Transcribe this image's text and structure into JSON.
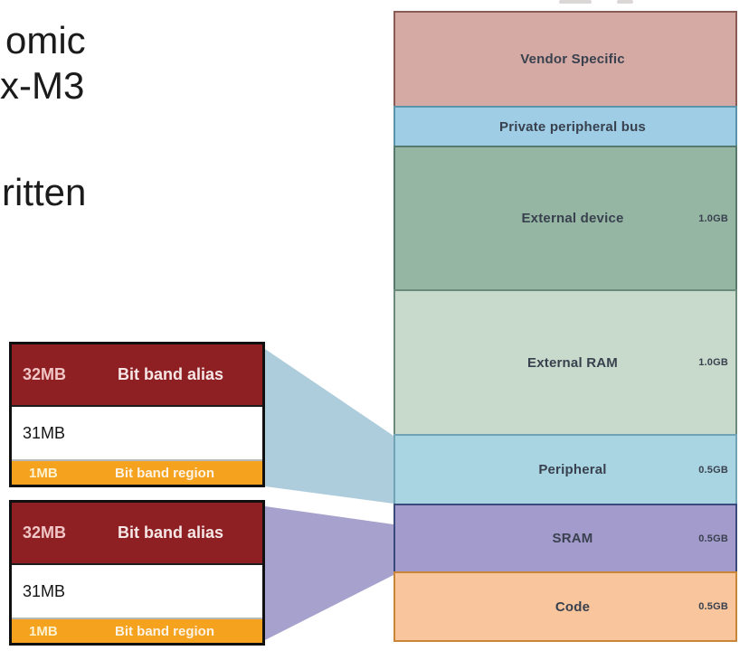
{
  "background": "#ffffff",
  "left_text_fragments": {
    "line1": "omic",
    "line2": "x-M3",
    "line3": "ritten"
  },
  "memory_map": {
    "sections": [
      {
        "label": "Vendor Specific",
        "size": "",
        "fill": "#d6aaa4",
        "edge": "#8a5a55"
      },
      {
        "label": "Private peripheral bus",
        "size": "",
        "fill": "#9ecde5",
        "edge": "#5b93ad"
      },
      {
        "label": "External device",
        "size": "1.0GB",
        "fill": "#95b6a2",
        "edge": "#587a6c"
      },
      {
        "label": "External RAM",
        "size": "1.0GB",
        "fill": "#c7dacb",
        "edge": "#6b8a7c"
      },
      {
        "label": "Peripheral",
        "size": "0.5GB",
        "fill": "#a9d5e2",
        "edge": "#6fa3b5"
      },
      {
        "label": "SRAM",
        "size": "0.5GB",
        "fill": "#a49bcd",
        "edge": "#3b4a7c"
      },
      {
        "label": "Code",
        "size": "0.5GB",
        "fill": "#f8c59c",
        "edge": "#c98637"
      }
    ],
    "label_color": "#39414f"
  },
  "bitband_detail": {
    "alias_fill": "#8e2023",
    "region_fill": "#f5a31e",
    "border_color": "#101010",
    "boxes": [
      {
        "target": "Peripheral",
        "alias_size": "32MB",
        "alias_label": "Bit band alias",
        "free_size": "31MB",
        "region_size": "1MB",
        "region_label": "Bit band region"
      },
      {
        "target": "SRAM",
        "alias_size": "32MB",
        "alias_label": "Bit band alias",
        "free_size": "31MB",
        "region_size": "1MB",
        "region_label": "Bit band region"
      }
    ]
  },
  "connectors": {
    "peripheral_wedge": "#aecddc",
    "sram_wedge": "#a7a2cd"
  }
}
